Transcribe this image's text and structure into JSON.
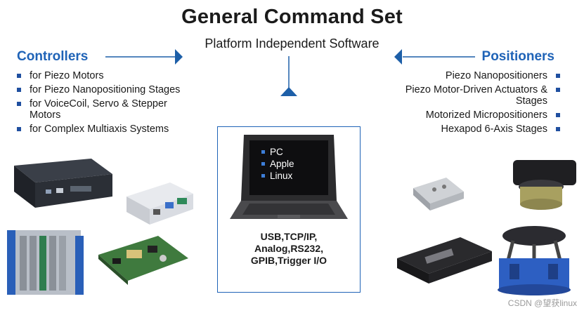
{
  "header": {
    "title": "General Command Set",
    "subtitle": "Platform Independent Software"
  },
  "controllers": {
    "heading": "Controllers",
    "items": [
      "for Piezo Motors",
      "for Piezo Nanopositioning Stages",
      "for VoiceCoil, Servo & Stepper Motors",
      "for Complex Multiaxis Systems"
    ]
  },
  "positioners": {
    "heading": "Positioners",
    "items": [
      "Piezo Nanopositioners",
      "Piezo Motor-Driven Actuators & Stages",
      "Motorized Micropositioners",
      "Hexapod 6-Axis Stages"
    ]
  },
  "laptop": {
    "platforms": [
      "PC",
      "Apple",
      "Linux"
    ]
  },
  "interfaces": {
    "lines": [
      "USB,TCP/IP,",
      "Analog,RS232,",
      "GPIB,Trigger I/O"
    ]
  },
  "watermark": "CSDN @望获linux",
  "colors": {
    "accent_blue": "#1f63b7",
    "arrow_blue": "#1d5fa8",
    "bullet_blue": "#1f4fa0"
  }
}
